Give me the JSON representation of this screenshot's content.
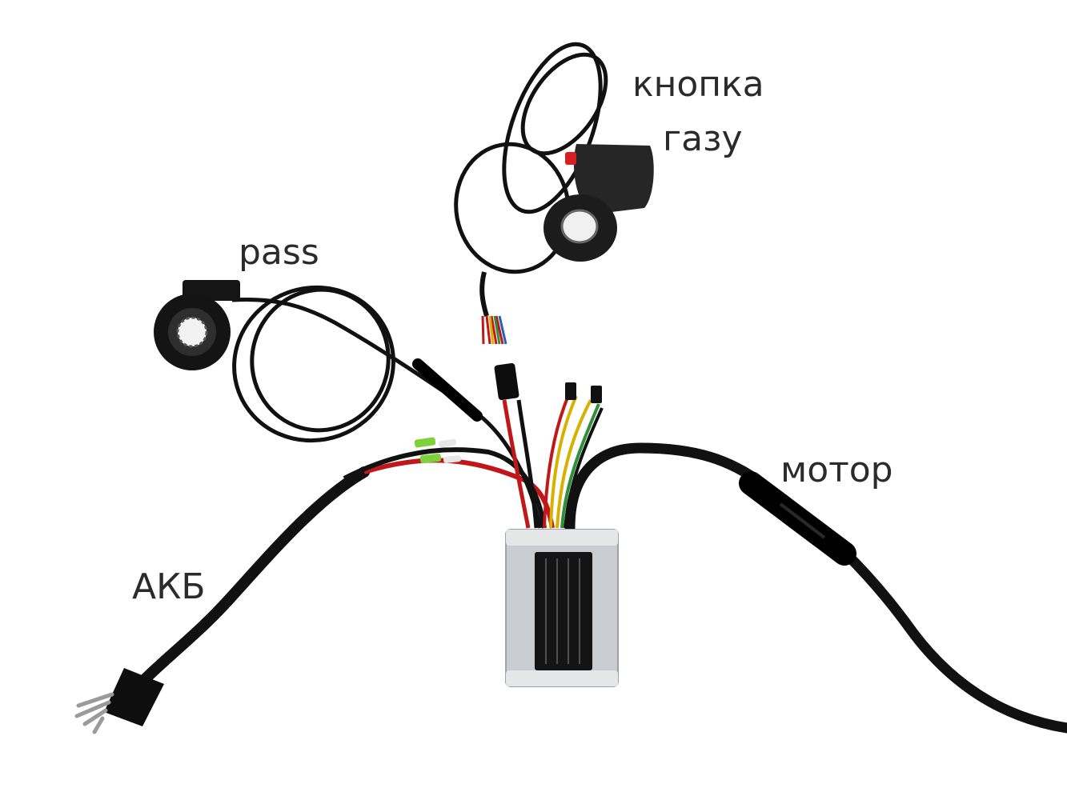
{
  "labels": {
    "throttle_line1": "кнопка",
    "throttle_line2": "газу",
    "pas": "pass",
    "motor": "мотор",
    "battery": "АКБ"
  },
  "colors": {
    "cable": "#111111",
    "wire_red": "#c0181a",
    "wire_yellow": "#d8b000",
    "wire_green": "#2f8f3a",
    "wire_blue": "#2760b8",
    "terminal_green": "#7fd13b",
    "controller_body": "#c9ccd0",
    "controller_plate": "#141414"
  }
}
